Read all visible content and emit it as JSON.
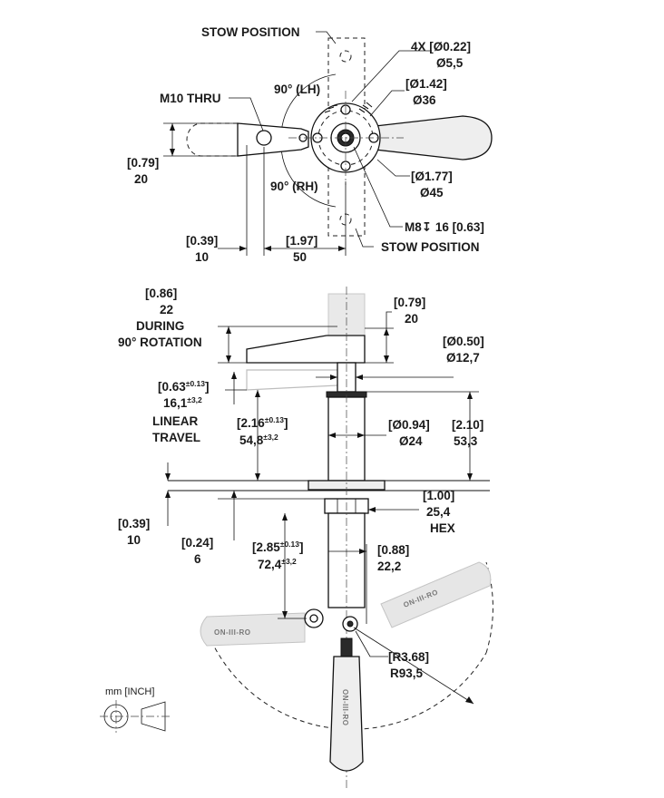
{
  "units_legend": "mm [INCH]",
  "top_view": {
    "stow_top": "STOW POSITION",
    "stow_bottom": "STOW POSITION",
    "m10": "M10 THRU",
    "lh": "90° (LH)",
    "rh": "90° (RH)",
    "holes_1": "4X [Ø0.22]",
    "holes_2": "Ø5,5",
    "d36_1": "[Ø1.42]",
    "d36_2": "Ø36",
    "d45_1": "[Ø1.77]",
    "d45_2": "Ø45",
    "m8": "M8↧ 16 [0.63]",
    "h20_1": "[0.79]",
    "h20_2": "20",
    "w10_1": "[0.39]",
    "w10_2": "10",
    "w50_1": "[1.97]",
    "w50_2": "50"
  },
  "side_view": {
    "rot_1": "[0.86]",
    "rot_2": "22",
    "rot_3": "DURING",
    "rot_4": "90° ROTATION",
    "head_1": "[0.79]",
    "head_2": "20",
    "pin_1": "[Ø0.50]",
    "pin_2": "Ø12,7",
    "travel_1": "[0.63",
    "travel_1_sup": "±0.13",
    "travel_1_end": "]",
    "travel_2": "16,1",
    "travel_2_sup": "±3,2",
    "travel_3": "LINEAR",
    "travel_4": "TRAVEL",
    "ext_1": "[2.16",
    "ext_1_sup": "±0.13",
    "ext_1_end": "]",
    "ext_2": "54,8",
    "ext_2_sup": "±3,2",
    "body_1": "[Ø0.94]",
    "body_2": "Ø24",
    "len_1": "[2.10]",
    "len_2": "53,3",
    "hex_1": "[1.00]",
    "hex_2": "25,4",
    "hex_3": "HEX",
    "flange_1": "[0.39]",
    "flange_2": "10",
    "nut_1": "[0.24]",
    "nut_2": "6",
    "knob_1": "[2.85",
    "knob_1_sup": "±0.13",
    "knob_1_end": "]",
    "knob_2": "72,4",
    "knob_2_sup": "±3,2",
    "lower_1": "[0.88]",
    "lower_2": "22,2",
    "radius_1": "[R3.68]",
    "radius_2": "R93,5",
    "brand_mark": "ON-III-RO"
  }
}
